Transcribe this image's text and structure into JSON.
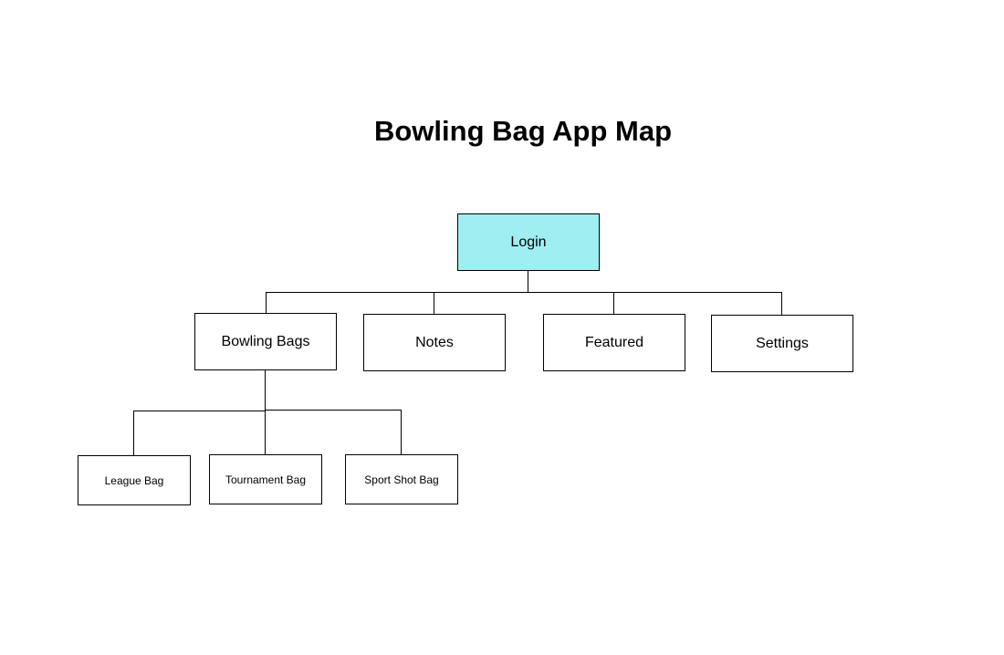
{
  "diagram": {
    "title": "Bowling Bag App Map",
    "root": {
      "label": "Login",
      "fill_color": "#9eeef2"
    },
    "level1": [
      {
        "label": "Bowling Bags"
      },
      {
        "label": "Notes"
      },
      {
        "label": "Featured"
      },
      {
        "label": "Settings"
      }
    ],
    "level2": [
      {
        "label": "League Bag"
      },
      {
        "label": "Tournament Bag"
      },
      {
        "label": "Sport Shot Bag"
      }
    ]
  }
}
